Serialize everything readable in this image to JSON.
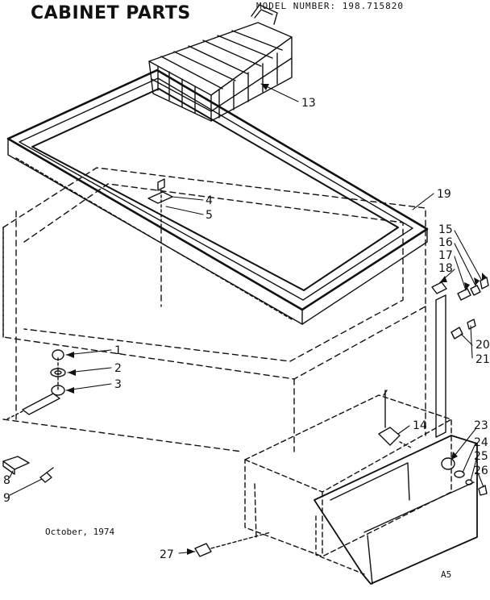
{
  "header": {
    "title": "CABINET PARTS",
    "model_number": "MODEL NUMBER: 198.715820"
  },
  "footer": {
    "date": "October, 1974",
    "code": "A5"
  },
  "callouts": {
    "p1": "1",
    "p2": "2",
    "p3": "3",
    "p4": "4",
    "p5": "5",
    "p8": "8",
    "p9": "9",
    "p13": "13",
    "p14": "14",
    "p15": "15",
    "p16": "16",
    "p17": "17",
    "p18": "18",
    "p19": "19",
    "p20": "20",
    "p21": "21",
    "p23": "23",
    "p24": "24",
    "p25": "25",
    "p26": "26",
    "p27": "27"
  }
}
